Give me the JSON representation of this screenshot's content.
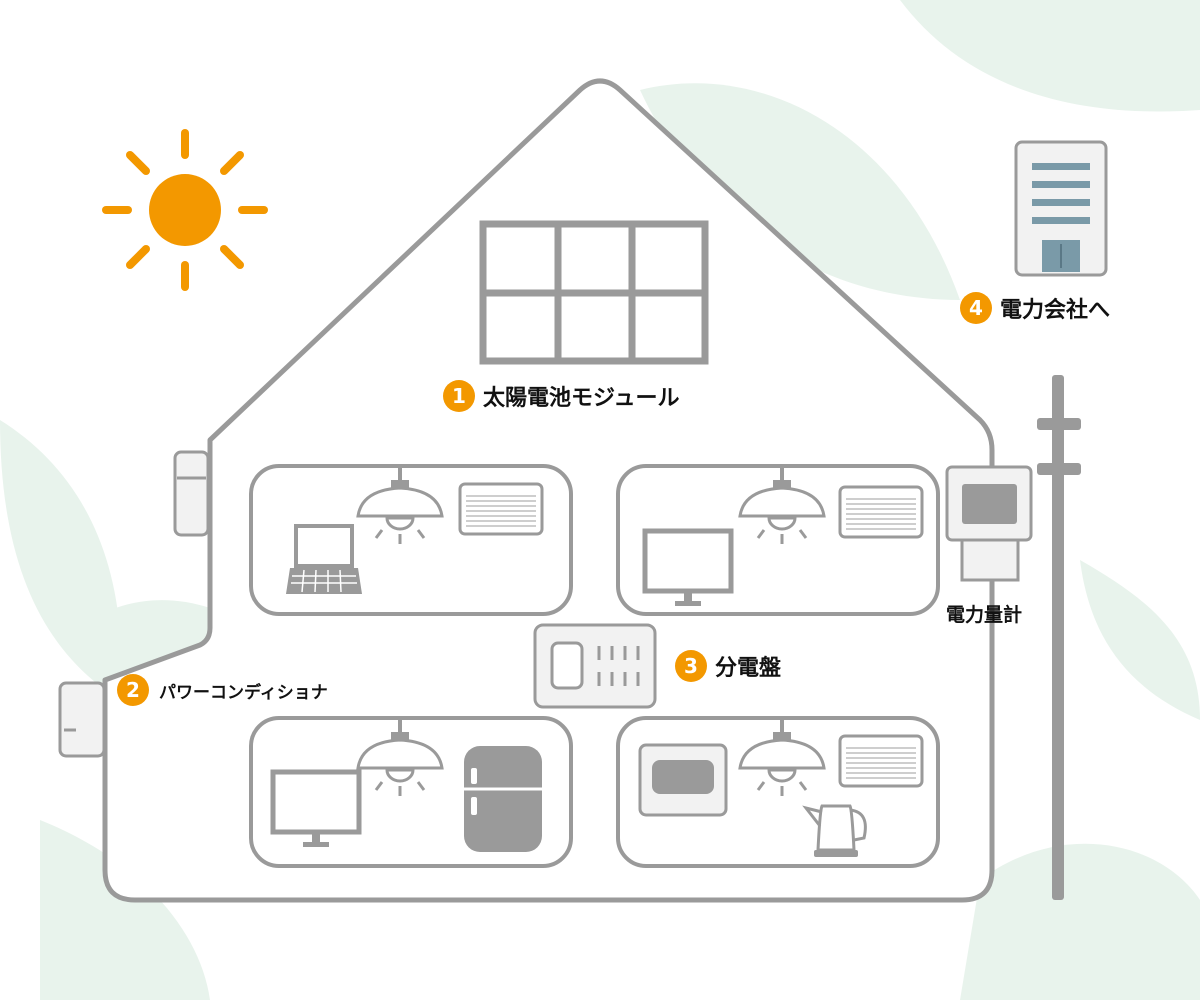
{
  "colors": {
    "accent": "#f39800",
    "line": "#9a9a9a",
    "fill": "#f2f2f2",
    "building": "#7a9aa8",
    "leaf": "#e8f3ec"
  },
  "icons": [
    "sun-icon",
    "solar-panel-icon",
    "building-icon",
    "utility-pole-icon",
    "laptop-icon",
    "lamp-icon",
    "air-conditioner-icon",
    "monitor-icon",
    "refrigerator-icon",
    "microwave-icon",
    "kettle-icon"
  ],
  "labels": {
    "solar_module": {
      "num": "1",
      "text": "太陽電池モジュール"
    },
    "power_conditioner": {
      "num": "2",
      "text": "パワーコンディショナ"
    },
    "distribution_board": {
      "num": "3",
      "text": "分電盤"
    },
    "to_power_company": {
      "num": "4",
      "text": "電力会社へ"
    },
    "power_meter": {
      "text": "電力量計"
    }
  }
}
